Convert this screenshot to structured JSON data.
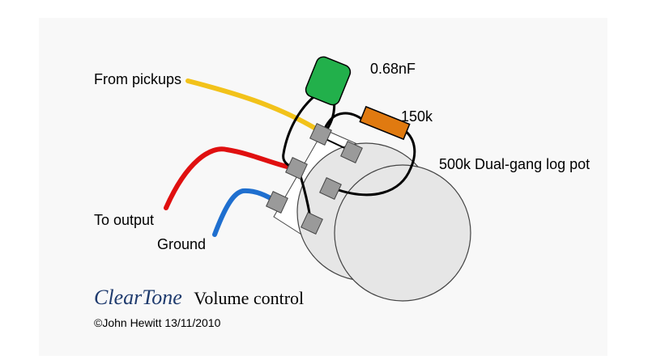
{
  "labels": {
    "from_pickups": "From pickups",
    "to_output": "To output",
    "ground": "Ground",
    "capacitor": "0.68nF",
    "resistor": "150k",
    "pot": "500k Dual-gang log pot"
  },
  "title": {
    "brand": "ClearTone",
    "subtitle": "Volume control"
  },
  "copyright": "©John Hewitt 13/11/2010",
  "colors": {
    "background_panel": "#f8f8f8",
    "pot_body": "#e6e6e6",
    "lug": "#9a9a9a",
    "wire_pickups": "#f2c21a",
    "wire_output": "#e01010",
    "wire_ground": "#1f6fcf",
    "wire_internal": "#000000",
    "capacitor": "#22b04b",
    "resistor": "#e07a10",
    "brand": "#1f3b6e"
  }
}
